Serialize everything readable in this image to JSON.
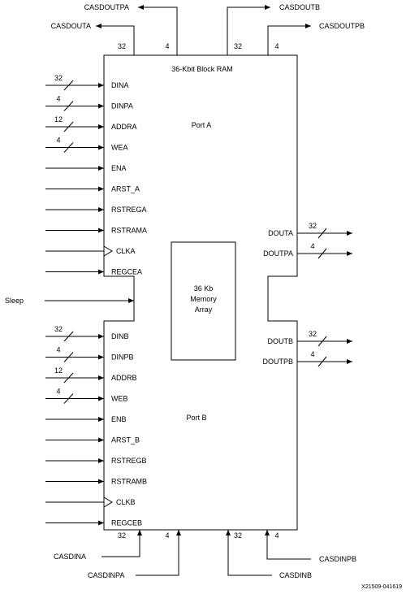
{
  "block": {
    "title": "36-Kbit Block RAM",
    "port_a": "Port A",
    "port_b": "Port B"
  },
  "memory": {
    "line1": "36 Kb",
    "line2": "Memory",
    "line3": "Array"
  },
  "sleep": "Sleep",
  "ids": "X21509-041619",
  "top_signals": [
    {
      "label": "CASDOUTA",
      "width": "32"
    },
    {
      "label": "CASDOUTPA",
      "width": "4"
    },
    {
      "label": "CASDOUTB",
      "width": "32"
    },
    {
      "label": "CASDOUTPB",
      "width": "4"
    }
  ],
  "bottom_signals": [
    {
      "label": "CASDINA",
      "width": "32"
    },
    {
      "label": "CASDINPA",
      "width": "4"
    },
    {
      "label": "CASDINB",
      "width": "32"
    },
    {
      "label": "CASDINPB",
      "width": "4"
    }
  ],
  "port_a_inputs": [
    {
      "label": "DINA",
      "width": "32"
    },
    {
      "label": "DINPA",
      "width": "4"
    },
    {
      "label": "ADDRA",
      "width": "12"
    },
    {
      "label": "WEA",
      "width": "4"
    },
    {
      "label": "ENA",
      "width": ""
    },
    {
      "label": "ARST_A",
      "width": ""
    },
    {
      "label": "RSTREGA",
      "width": ""
    },
    {
      "label": "RSTRAMA",
      "width": ""
    },
    {
      "label": "CLKA",
      "width": ""
    },
    {
      "label": "REGCEA",
      "width": ""
    }
  ],
  "port_b_inputs": [
    {
      "label": "DINB",
      "width": "32"
    },
    {
      "label": "DINPB",
      "width": "4"
    },
    {
      "label": "ADDRB",
      "width": "12"
    },
    {
      "label": "WEB",
      "width": "4"
    },
    {
      "label": "ENB",
      "width": ""
    },
    {
      "label": "ARST_B",
      "width": ""
    },
    {
      "label": "RSTREGB",
      "width": ""
    },
    {
      "label": "RSTRAMB",
      "width": ""
    },
    {
      "label": "CLKB",
      "width": ""
    },
    {
      "label": "REGCEB",
      "width": ""
    }
  ],
  "outputs_a": [
    {
      "label": "DOUTA",
      "width": "32"
    },
    {
      "label": "DOUTPA",
      "width": "4"
    }
  ],
  "outputs_b": [
    {
      "label": "DOUTB",
      "width": "32"
    },
    {
      "label": "DOUTPB",
      "width": "4"
    }
  ]
}
